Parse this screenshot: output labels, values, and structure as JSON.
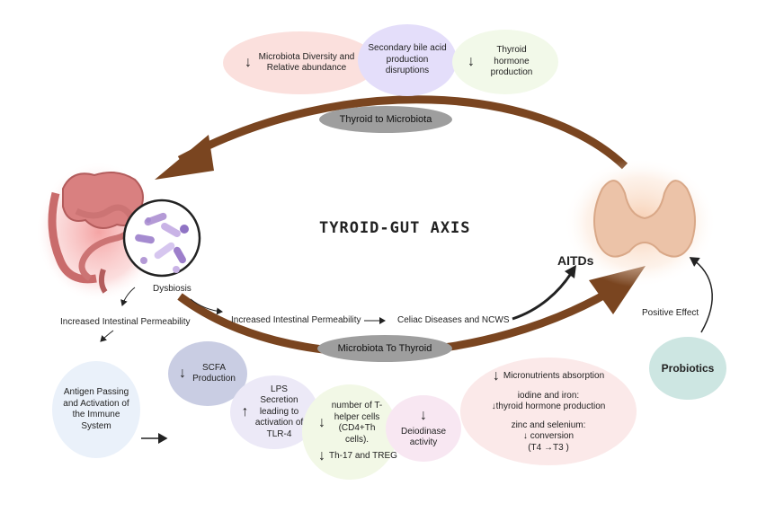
{
  "title": "TYROID-GUT AXIS",
  "top_bubbles": {
    "diversity": "Microbiota Diversity and Relative abundance",
    "bile": "Secondary bile acid production disruptions",
    "thyroid_hormone": "Thyroid hormone production"
  },
  "arrow_labels": {
    "thyroid_to_microbiota": "Thyroid to Microbiota",
    "microbiota_to_thyroid": "Microbiota To Thyroid"
  },
  "dysbiosis": "Dysbiosis",
  "flow": {
    "left_permeability": "Increased Intestinal Permeability",
    "mid_permeability": "Increased Intestinal Permeability",
    "celiac": "Celiac Diseases and NCWS",
    "aitds": "AITDs",
    "positive_effect": "Positive Effect",
    "probiotics": "Probiotics"
  },
  "bottom": {
    "antigen": "Antigen Passing and Activation of the Immune System",
    "scfa": "SCFA Production",
    "lps": "LPS Secretion leading to activation of TLR-4",
    "thelper": "number of T-helper cells (CD4+Th cells).",
    "th17": "Th-17 and TREG",
    "deiodinase": "Deiodinase activity",
    "micro_title": "Micronutrients absorption",
    "iodine": "iodine and iron:",
    "iodine_detail": "↓thyroid hormone production",
    "zinc": "zinc and selenium:",
    "zinc_detail": "↓ conversion",
    "zinc_conv": "(T4 →T3 )"
  },
  "colors": {
    "big_arrow": "#7a4520",
    "pill": "#9e9e9e",
    "probiotics": "#cde6e2"
  },
  "icons": [
    "intestine-icon",
    "bacteria-magnifier-icon",
    "thyroid-icon"
  ]
}
